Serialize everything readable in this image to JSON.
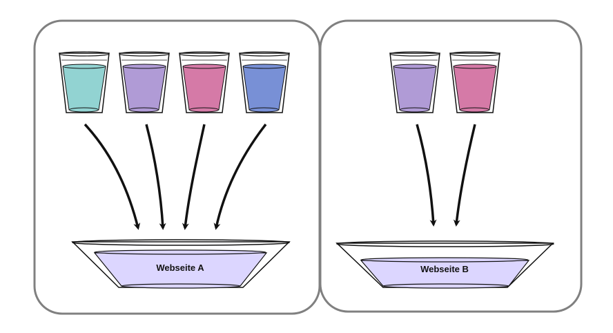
{
  "colors": {
    "panel_stroke": "#808080",
    "outline": "#111111",
    "bowl_fill": "#dcd6ff",
    "cyan": "#92d3d2",
    "purple": "#b09bd6",
    "pink": "#d57aa7",
    "blue": "#7890d6"
  },
  "panels": [
    {
      "cups": [
        {
          "color": "cyan",
          "icon": "glass-icon"
        },
        {
          "color": "purple",
          "icon": "glass-icon"
        },
        {
          "color": "pink",
          "icon": "glass-icon"
        },
        {
          "color": "blue",
          "icon": "glass-icon"
        }
      ],
      "bowl_label": "Webseite A"
    },
    {
      "cups": [
        {
          "color": "purple",
          "icon": "glass-icon"
        },
        {
          "color": "pink",
          "icon": "glass-icon"
        }
      ],
      "bowl_label": "Webseite B"
    }
  ]
}
